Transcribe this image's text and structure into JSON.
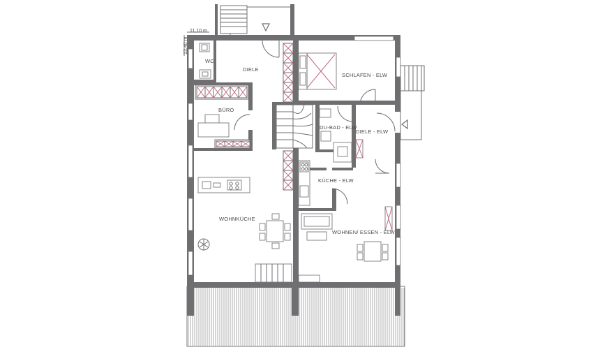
{
  "plan": {
    "dimensions": {
      "width_label": "11,10 m",
      "depth_label": "13,40 m"
    },
    "rooms": {
      "wc": "WC",
      "diele": "DIELE",
      "buero": "BÜRO",
      "wohnkueche": "WOHNKÜCHE",
      "schlafen_elw": "SCHLAFEN - ELW",
      "du_bad_elw": "DU-BAD - ELW",
      "diele_elw": "DIELE - ELW",
      "kueche_elw": "KÜCHE - ELW",
      "wohnen_essen_elw": "WOHNEN/ ESSEN - ELW"
    },
    "colors": {
      "wall": "#6f6f72",
      "accent_lines": "#c26b83"
    }
  }
}
